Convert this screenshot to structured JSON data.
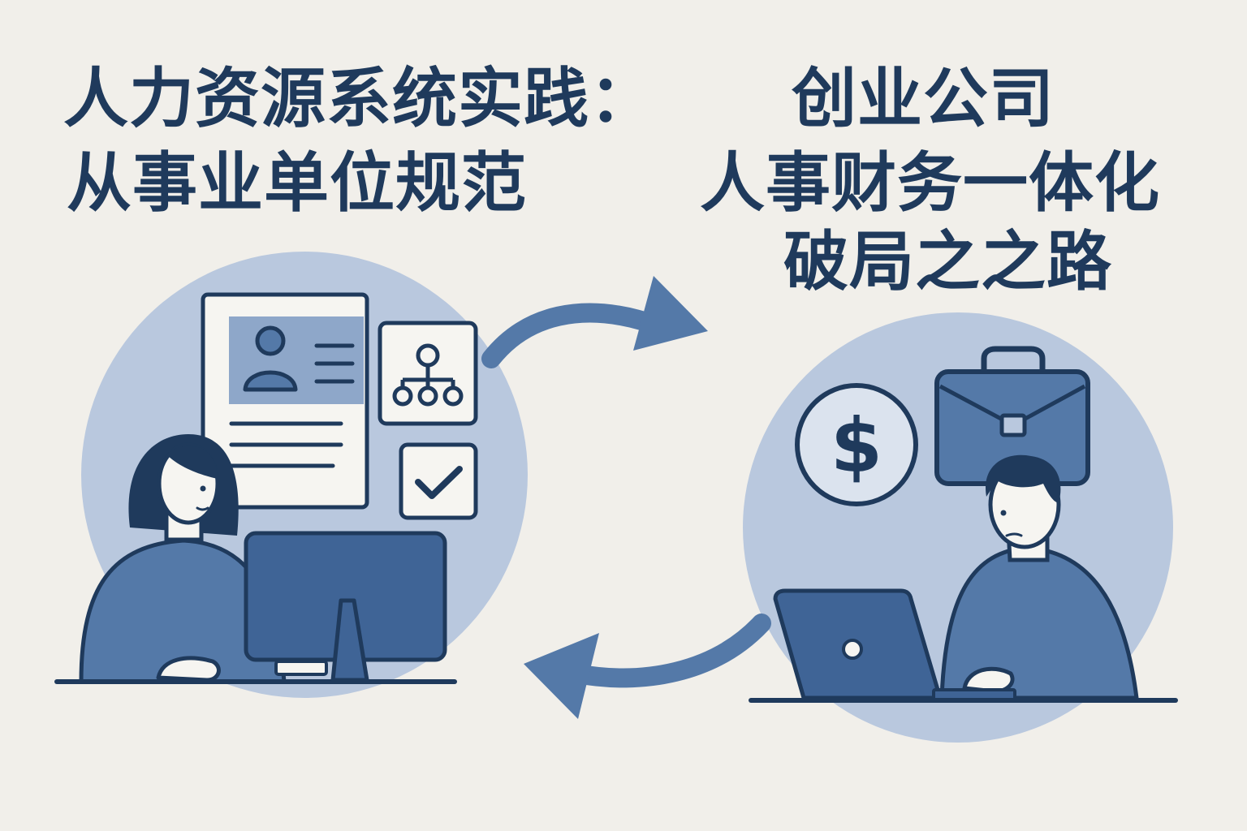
{
  "title_left": {
    "line1": "人力资源系统实践：",
    "line2": "从事业单位规范"
  },
  "title_right": {
    "line1": "创业公司",
    "line2": "人事财务一体化",
    "line3": "破局之之路"
  },
  "icons": {
    "resume": "resume-card-icon",
    "org_chart": "org-chart-icon",
    "check": "checkmark-icon",
    "dollar": "dollar-icon",
    "briefcase": "briefcase-icon"
  },
  "money_symbol": "$",
  "colors": {
    "navy": "#1f3a5c",
    "blue": "#5479a8",
    "light_blue": "#b9c8de",
    "background": "#f1efea"
  }
}
